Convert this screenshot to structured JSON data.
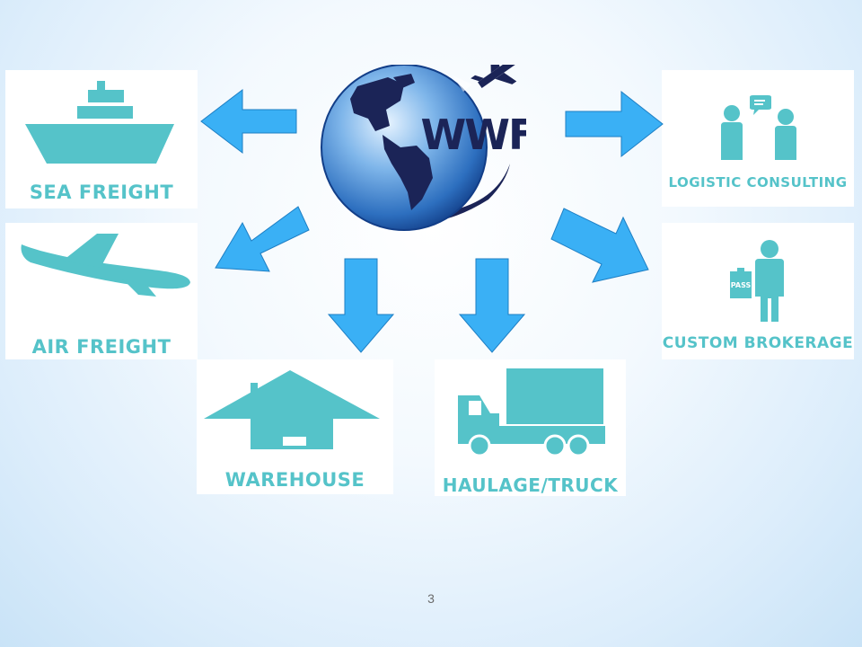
{
  "hub": {
    "logo_text": "WWF"
  },
  "services": {
    "sea_freight": "SEA FREIGHT",
    "air_freight": "AIR FREIGHT",
    "warehouse": "WAREHOUSE",
    "haulage_truck": "HAULAGE/TRUCK",
    "logistic_consulting": "LOGISTIC CONSULTING",
    "custom_brokerage": "CUSTOM BROKERAGE",
    "pass_text": "PASS"
  },
  "colors": {
    "icon_teal": "#55c3c9",
    "arrow_blue": "#3ab0f5",
    "logo_navy": "#1b2457"
  },
  "footer": {
    "page_number": "3"
  }
}
